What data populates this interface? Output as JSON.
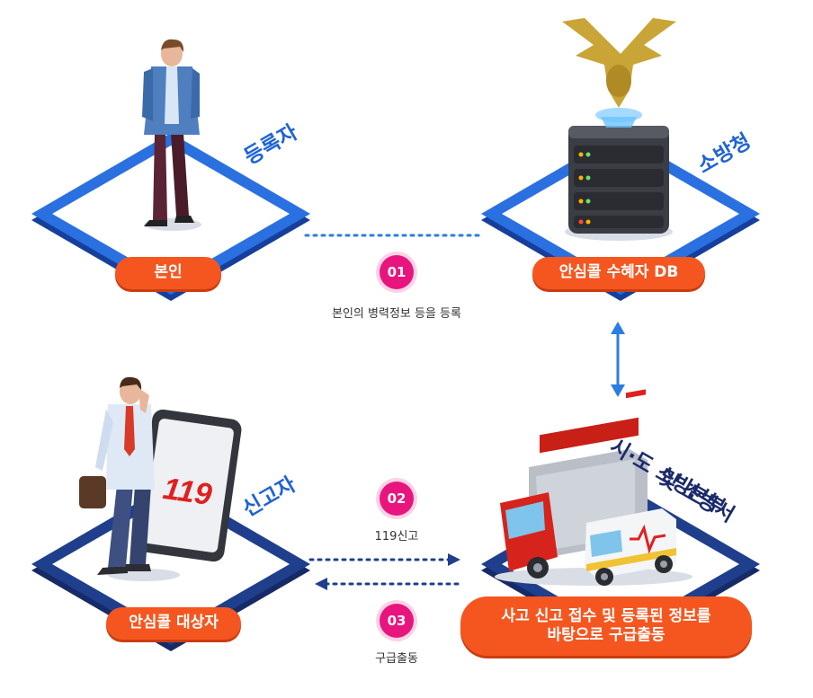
{
  "nodes": {
    "registrant": {
      "tag": "등록자",
      "pill": "본인"
    },
    "fire_agency": {
      "tag": "소방청",
      "pill": "안심콜 수혜자 DB"
    },
    "reporter": {
      "tag": "신고자",
      "pill": "안심콜 대상자",
      "tablet_text": "119"
    },
    "fire_station": {
      "tag_line1": "시·도 소방본부",
      "tag_line2": "및 소방서",
      "pill_line1": "사고 신고 접수 및 등록된 정보를",
      "pill_line2": "바탕으로 구급출동"
    }
  },
  "steps": [
    {
      "number": "01",
      "caption": "본인의 병력정보 등을 등록"
    },
    {
      "number": "02",
      "caption": "119신고"
    },
    {
      "number": "03",
      "caption": "구급출동"
    }
  ],
  "colors": {
    "platform_blue": "#1e63d6",
    "platform_navy": "#1b2a6b",
    "pill_orange": "#f5561f",
    "step_pink": "#e8157f",
    "arrow_blue": "#2a7de1"
  }
}
